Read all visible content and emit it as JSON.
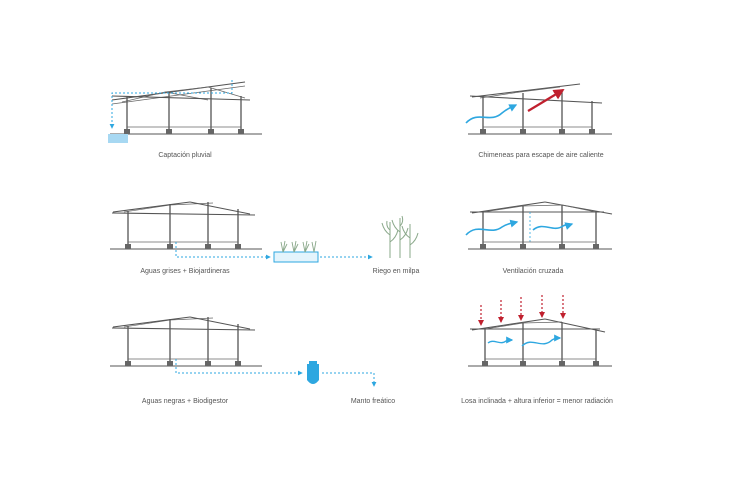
{
  "colors": {
    "water": "#2ea7e0",
    "heat": "#c0202e",
    "structure": "#555555"
  },
  "captions": {
    "rain": "Captación pluvial",
    "chimney": "Chimeneas para escape de aire caliente",
    "greywater": "Aguas grises + Biojardineras",
    "irrigation": "Riego en milpa",
    "cross_vent": "Ventilación cruzada",
    "blackwater": "Aguas negras + Biodigestor",
    "water_table": "Manto freático",
    "slab": "Losa inclinada + altura inferior = menor radiación"
  }
}
